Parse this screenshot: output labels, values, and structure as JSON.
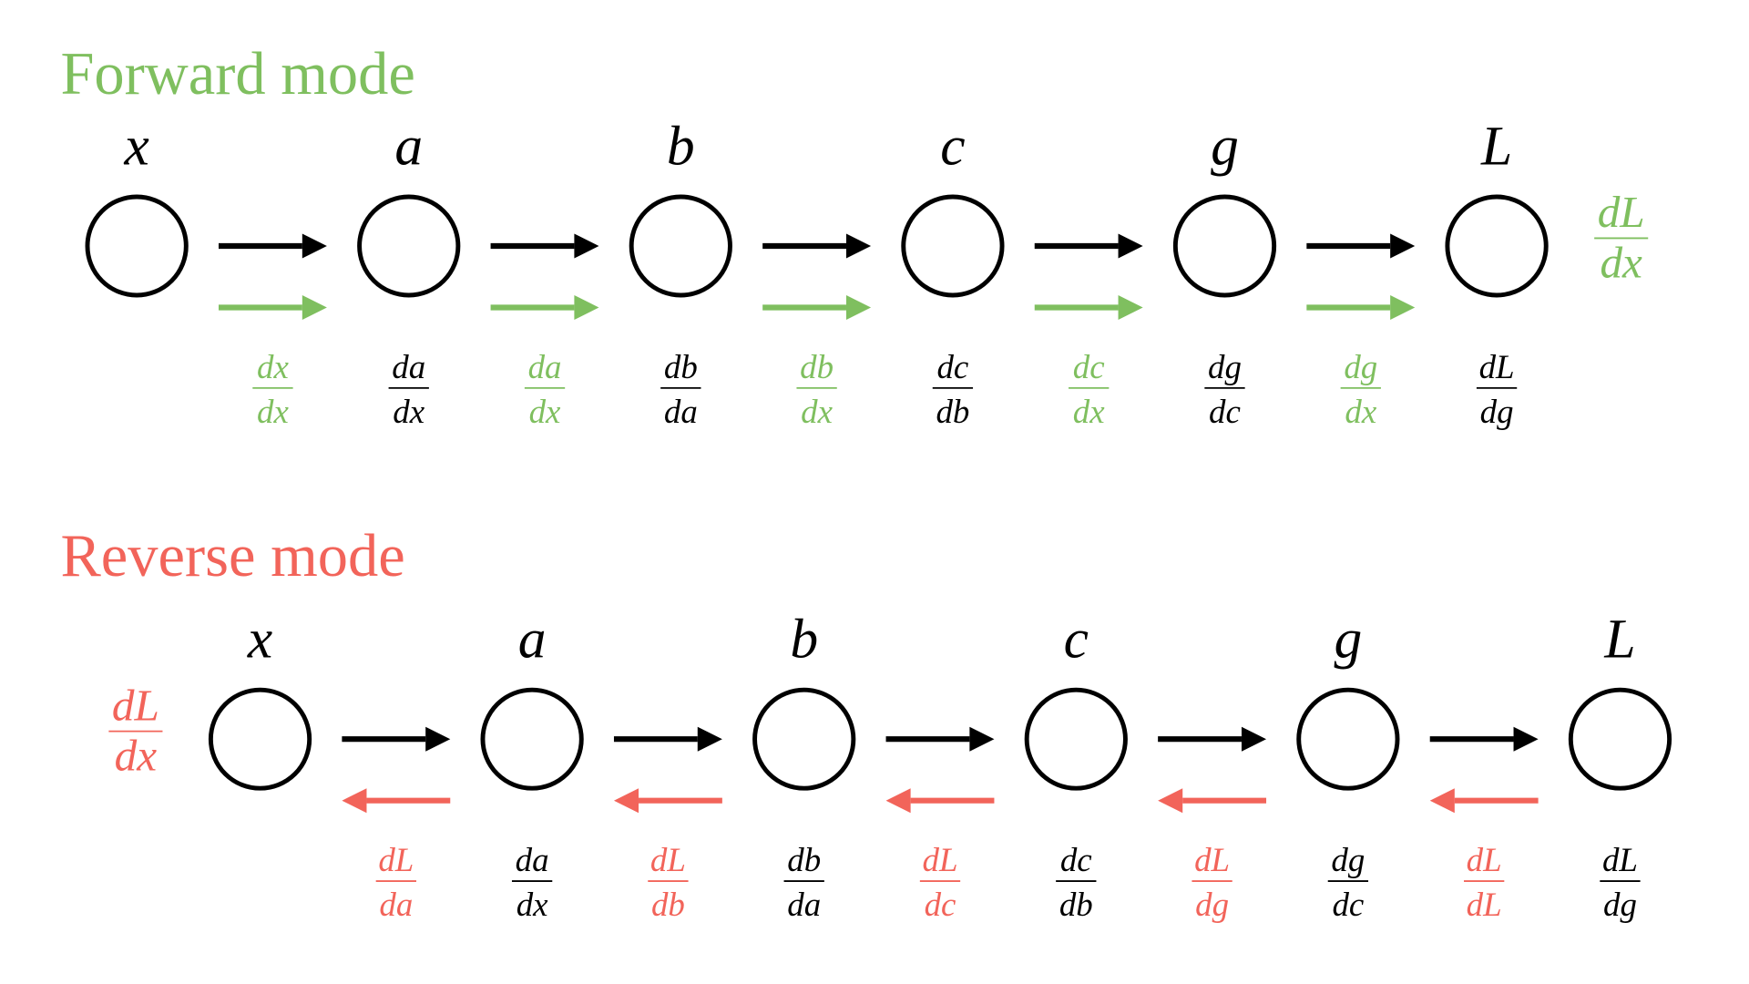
{
  "colors": {
    "forward": "#7fbf5f",
    "reverse": "#f2645a",
    "ink": "#000000"
  },
  "forward": {
    "title": "Forward mode",
    "nodes": [
      "x",
      "a",
      "b",
      "c",
      "g",
      "L"
    ],
    "arrow_fracs": [
      {
        "num": "dx",
        "den": "dx"
      },
      {
        "num": "da",
        "den": "dx"
      },
      {
        "num": "db",
        "den": "dx"
      },
      {
        "num": "dc",
        "den": "dx"
      },
      {
        "num": "dg",
        "den": "dx"
      }
    ],
    "node_fracs": [
      {
        "num": "da",
        "den": "dx"
      },
      {
        "num": "db",
        "den": "da"
      },
      {
        "num": "dc",
        "den": "db"
      },
      {
        "num": "dg",
        "den": "dc"
      },
      {
        "num": "dL",
        "den": "dg"
      }
    ],
    "result": {
      "num": "dL",
      "den": "dx"
    }
  },
  "reverse": {
    "title": "Reverse mode",
    "nodes": [
      "x",
      "a",
      "b",
      "c",
      "g",
      "L"
    ],
    "arrow_fracs": [
      {
        "num": "dL",
        "den": "da"
      },
      {
        "num": "dL",
        "den": "db"
      },
      {
        "num": "dL",
        "den": "dc"
      },
      {
        "num": "dL",
        "den": "dg"
      },
      {
        "num": "dL",
        "den": "dL"
      }
    ],
    "node_fracs": [
      {
        "num": "da",
        "den": "dx"
      },
      {
        "num": "db",
        "den": "da"
      },
      {
        "num": "dc",
        "den": "db"
      },
      {
        "num": "dg",
        "den": "dc"
      },
      {
        "num": "dL",
        "den": "dg"
      }
    ],
    "result": {
      "num": "dL",
      "den": "dx"
    }
  }
}
